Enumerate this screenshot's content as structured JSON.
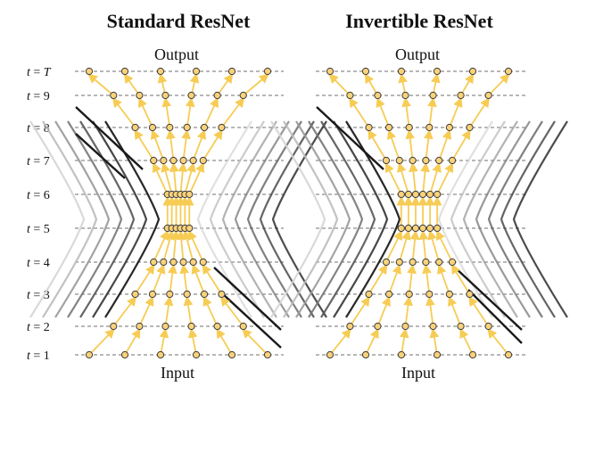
{
  "panels": [
    {
      "title": "Standard ResNet",
      "output_label": "Output",
      "input_label": "Input"
    },
    {
      "title": "Invertible ResNet",
      "output_label": "Output",
      "input_label": "Input"
    }
  ],
  "time_labels": [
    {
      "var": "t",
      "eq": " = ",
      "value": "T"
    },
    {
      "var": "t",
      "eq": " = ",
      "value": "9"
    },
    {
      "var": "t",
      "eq": " = ",
      "value": "8"
    },
    {
      "var": "t",
      "eq": " = ",
      "value": "7"
    },
    {
      "var": "t",
      "eq": " = ",
      "value": "6"
    },
    {
      "var": "t",
      "eq": " = ",
      "value": "5"
    },
    {
      "var": "t",
      "eq": " = ",
      "value": "4"
    },
    {
      "var": "t",
      "eq": " = ",
      "value": "3"
    },
    {
      "var": "t",
      "eq": " = ",
      "value": "2"
    },
    {
      "var": "t",
      "eq": " = ",
      "value": "1"
    }
  ],
  "colors": {
    "node_fill": "#f9d27a",
    "edge": "#f6cc55",
    "flow_dark": "#111111",
    "flow_light": "#dddddd"
  }
}
